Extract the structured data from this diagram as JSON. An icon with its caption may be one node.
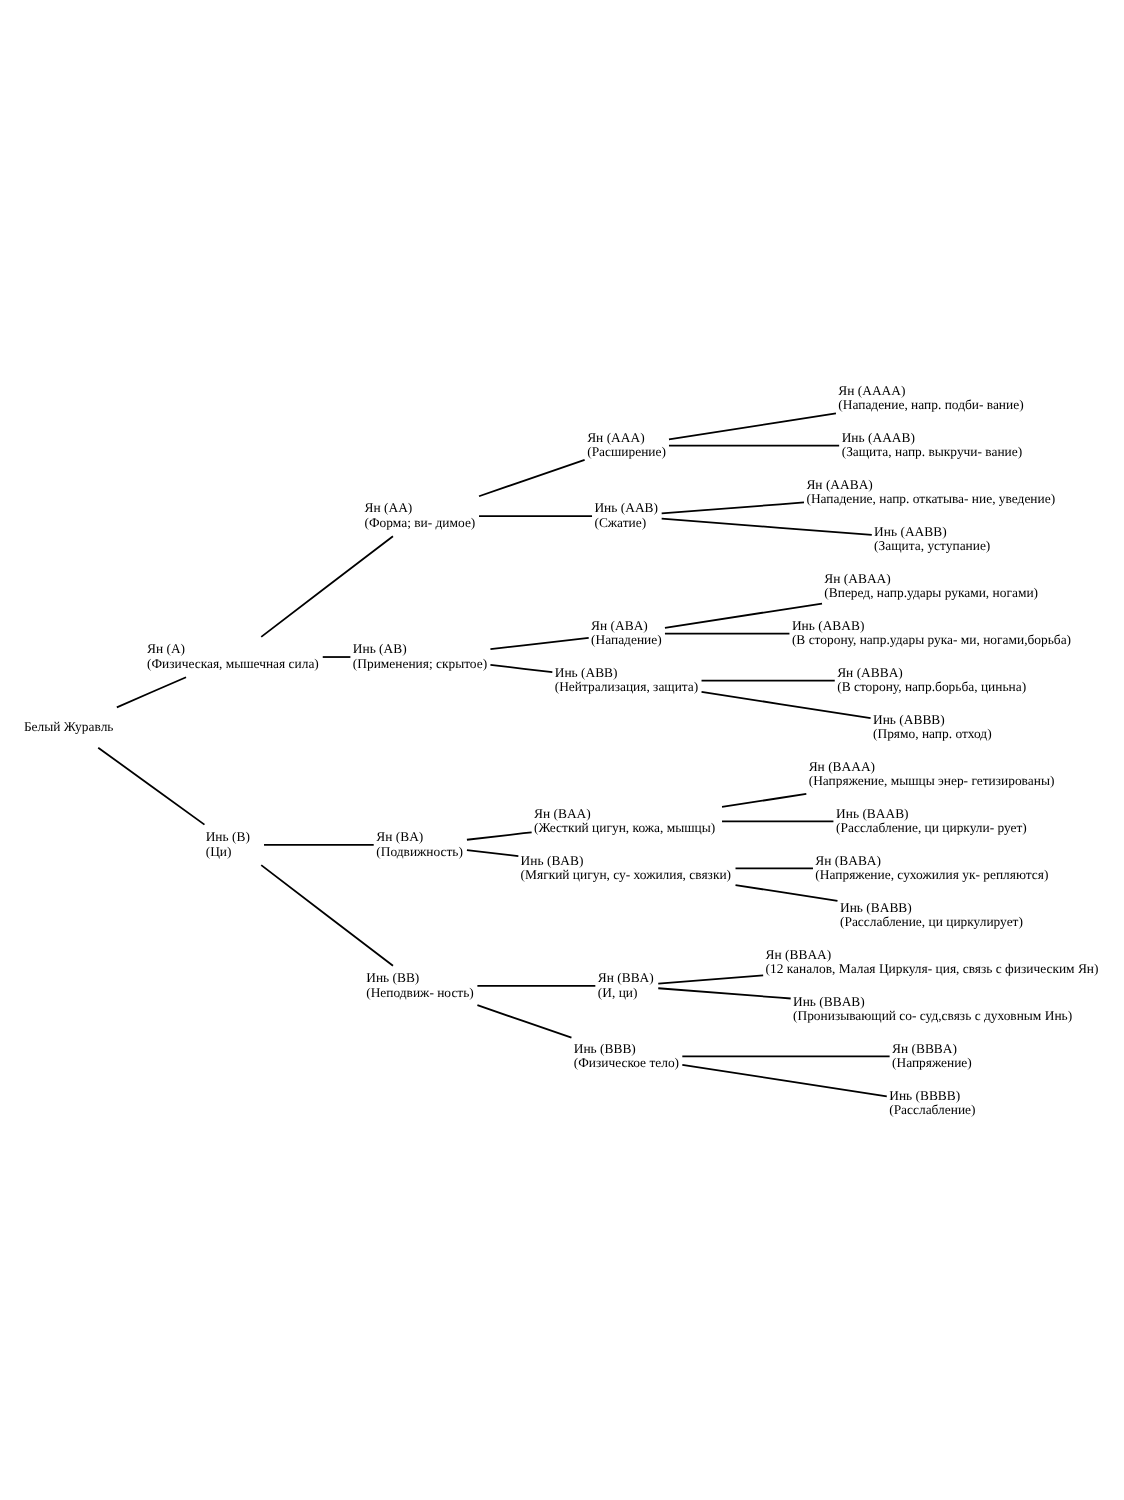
{
  "diagram": {
    "nodes": [
      {
        "text": [
          "Белый Журавль"
        ]
      },
      {
        "text": [
          "Ян (A)",
          "(Физическая, мышечная сила)"
        ]
      },
      {
        "text": [
          "Ян (AA)",
          "(Форма; ви- димое)"
        ]
      },
      {
        "text": [
          "Ян (AAA)",
          "(Расширение)"
        ]
      },
      {
        "text": [
          "Ян (AAAA)",
          "(Нападение, напр. подби- вание)"
        ]
      },
      {
        "text": [
          "Инь (AAAB)",
          "(Защита, напр. выкручи- вание)"
        ]
      },
      {
        "text": [
          "Инь (AAB)",
          "(Сжатие)"
        ]
      },
      {
        "text": [
          "Ян (AABA)",
          "(Нападение, напр. откатыва- ние, уведение)"
        ]
      },
      {
        "text": [
          "Инь (AABB)",
          "(Защита, уступание)"
        ]
      },
      {
        "text": [
          "Инь (AB)",
          "(Применения; скрытое)"
        ]
      },
      {
        "text": [
          "Ян (ABA)",
          "(Нападение)"
        ]
      },
      {
        "text": [
          "Ян (ABAA)",
          "(Вперед, напр.удары руками, ногами)"
        ]
      },
      {
        "text": [
          "Инь (ABAB)",
          "(В сторону, напр.удары рука- ми, ногами,борьба)"
        ]
      },
      {
        "text": [
          "Инь (ABB)",
          "(Нейтрализация, защита)"
        ]
      },
      {
        "text": [
          "Ян (ABBA)",
          "(В сторону, напр.борьба, циньна)"
        ]
      },
      {
        "text": [
          "Инь (ABBB)",
          "(Прямо, напр. отход)"
        ]
      },
      {
        "text": [
          "Инь (B)",
          "(Ци)"
        ]
      },
      {
        "text": [
          "Ян (BA)",
          "(Подвижность)"
        ]
      },
      {
        "text": [
          "Ян (BAA)",
          "(Жесткий цигун, кожа, мышцы)"
        ]
      },
      {
        "text": [
          "Ян (BAAA)",
          "(Напряжение, мышцы энер- гетизированы)"
        ]
      },
      {
        "text": [
          "Инь (BAAB)",
          "(Расслабление, ци циркули- рует)"
        ]
      },
      {
        "text": [
          "Инь (BAB)",
          "(Мягкий цигун, су- хожилия, связки)"
        ]
      },
      {
        "text": [
          "Ян (BABA)",
          "(Напряжение, сухожилия ук- репляются)"
        ]
      },
      {
        "text": [
          "Инь (BABB)",
          "(Расслабление, ци циркулирует)"
        ]
      },
      {
        "text": [
          "Инь (BB)",
          "(Неподвиж- ность)"
        ]
      },
      {
        "text": [
          "Ян (BBA)",
          "(И, ци)"
        ]
      },
      {
        "text": [
          "Ян (BBAA)",
          "(12 каналов, Малая Циркуля- ция, связь с физическим Ян)"
        ]
      },
      {
        "text": [
          "Инь (BBAB)",
          "(Пронизывающий со- суд,связь с духовным Инь)"
        ]
      },
      {
        "text": [
          "Инь (BBB)",
          "(Физическое тело)"
        ]
      },
      {
        "text": [
          "Ян (BBBA)",
          "(Напряжение)"
        ]
      },
      {
        "text": [
          "Инь (BBBB)",
          "(Расслабление)"
        ]
      }
    ],
    "edges": [
      {
        "from": 0,
        "to": 1,
        "arrow": "none"
      },
      {
        "from": 1,
        "to": 2,
        "arrow": "none"
      },
      {
        "from": 2,
        "to": 3,
        "arrow": "none"
      },
      {
        "from": 3,
        "to": 4,
        "arrow": "none"
      },
      {
        "from": 3,
        "to": 5,
        "arrow": "none"
      },
      {
        "from": 2,
        "to": 6,
        "arrow": "none"
      },
      {
        "from": 6,
        "to": 7,
        "arrow": "none"
      },
      {
        "from": 6,
        "to": 8,
        "arrow": "none"
      },
      {
        "from": 1,
        "to": 9,
        "arrow": "none"
      },
      {
        "from": 9,
        "to": 10,
        "arrow": "none"
      },
      {
        "from": 10,
        "to": 11,
        "arrow": "none"
      },
      {
        "from": 10,
        "to": 12,
        "arrow": "none"
      },
      {
        "from": 9,
        "to": 13,
        "arrow": "none"
      },
      {
        "from": 13,
        "to": 14,
        "arrow": "none"
      },
      {
        "from": 13,
        "to": 15,
        "arrow": "none"
      },
      {
        "from": 0,
        "to": 16,
        "arrow": "none"
      },
      {
        "from": 16,
        "to": 17,
        "arrow": "none"
      },
      {
        "from": 17,
        "to": 18,
        "arrow": "none"
      },
      {
        "from": 18,
        "to": 19,
        "arrow": "none"
      },
      {
        "from": 18,
        "to": 20,
        "arrow": "none"
      },
      {
        "from": 17,
        "to": 21,
        "arrow": "none"
      },
      {
        "from": 21,
        "to": 22,
        "arrow": "none"
      },
      {
        "from": 21,
        "to": 23,
        "arrow": "none"
      },
      {
        "from": 16,
        "to": 24,
        "arrow": "none"
      },
      {
        "from": 24,
        "to": 25,
        "arrow": "none"
      },
      {
        "from": 25,
        "to": 26,
        "arrow": "none"
      },
      {
        "from": 25,
        "to": 27,
        "arrow": "none"
      },
      {
        "from": 24,
        "to": 28,
        "arrow": "none"
      },
      {
        "from": 28,
        "to": 29,
        "arrow": "none"
      },
      {
        "from": 28,
        "to": 30,
        "arrow": "none"
      }
    ]
  }
}
